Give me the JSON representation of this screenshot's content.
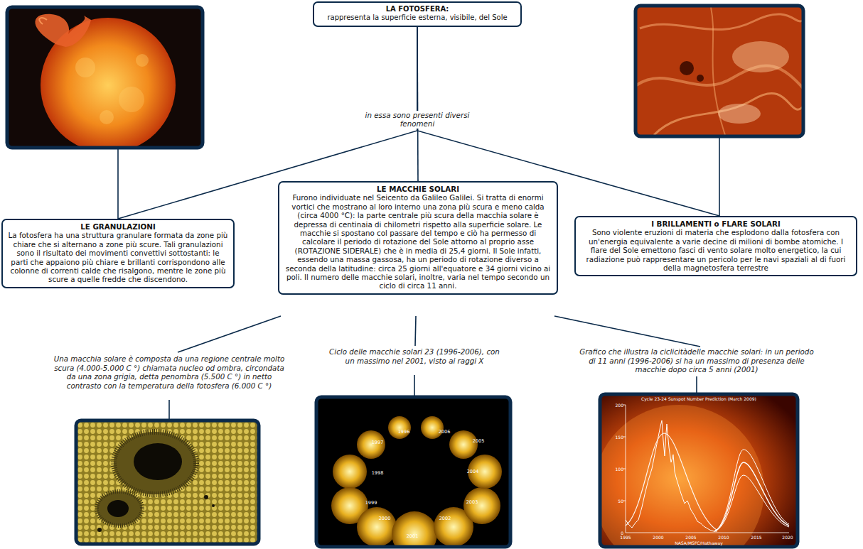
{
  "diagram": {
    "nodes": [
      {
        "text": [
          "LA FOTOSFERA:",
          "rappresenta la superficie esterna, visibile, del Sole"
        ]
      },
      {
        "text": [
          "LE GRANULAZIONI",
          "La fotosfera ha una struttura granulare formata da zone più chiare che si alternano a zone più scure. Tali granulazioni sono il risultato dei movimenti convettivi sottostanti: le parti che appaiono più chiare e brillanti corrispondono alle colonne di correnti calde che risalgono, mentre le zone più scure a quelle fredde che discendono."
        ]
      },
      {
        "text": [
          "LE MACCHIE SOLARI",
          "Furono individuate nel Seicento da Galileo Galilei. Si tratta di enormi vortici che mostrano al loro interno una zona più scura e meno calda (circa 4000 °C): la parte centrale più scura della macchia solare è depressa di centinaia di chilometri rispetto alla superficie solare. Le macchie si spostano col passare del tempo e ciò ha permesso di calcolare il periodo di rotazione del Sole attorno al proprio asse (ROTAZIONE SIDERALE) che è in media di 25,4 giorni. Il Sole infatti, essendo una massa gassosa, ha un periodo di rotazione diverso a seconda della latitudine: circa 25 giorni all'equatore e 34 giorni vicino ai poli. Il numero delle macchie solari, inoltre, varia nel tempo secondo un ciclo di circa 11 anni."
        ]
      },
      {
        "text": [
          "I BRILLAMENTI o FLARE SOLARI",
          "Sono violente eruzioni di materia che esplodono dalla fotosfera con un'energia equivalente a varie decine di milioni di bombe atomiche. I flare del Sole emettono fasci di vento solare molto energetico, la cui radiazione può rappresentare un pericolo per le navi spaziali al di fuori della magnetosfera terrestre"
        ]
      }
    ],
    "edges": [
      {
        "from": 0,
        "to": 1,
        "arrow": "none"
      },
      {
        "from": 0,
        "to": 2,
        "label": "in essa sono presenti diversi fenomeni",
        "arrow": "none"
      },
      {
        "from": 0,
        "to": 3,
        "arrow": "none"
      }
    ],
    "labels": [
      "Una macchia solare è composta da una regione centrale molto scura (4.000-5.000 C °) chiamata nucleo od ombra, circondata da una zona grigia, detta penombra (5.500 C °) in netto contrasto con la temperatura della fotosfera (6.000 C °)",
      "Ciclo delle macchie solari 23 (1996-2006), con un massimo nel 2001, visto ai raggi X",
      "Grafico che illustra la ciclicitàdelle macchie solari: in un periodo di 11 anni (1996-2006) si ha un massimo di presenza delle macchie dopo circa 5 anni (2001)",
      "1996",
      "1997",
      "1998",
      "1999",
      "2000",
      "2001",
      "2002",
      "2003",
      "2004",
      "2005",
      "2006",
      "Cycle 23-24 Sunspot Number Prediction (March 2009)",
      "200",
      "150",
      "100",
      "50",
      "0",
      "1995",
      "2000",
      "2005",
      "2010",
      "2015",
      "2020",
      "NASA/MSFC/Hathaway"
    ]
  }
}
